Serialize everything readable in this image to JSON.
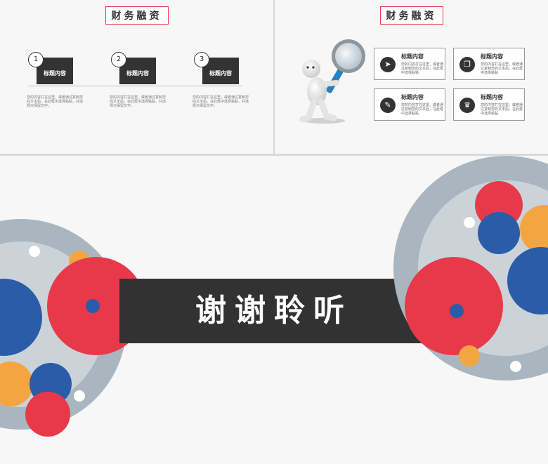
{
  "slide1": {
    "title": "财务融资",
    "steps": [
      {
        "number": "1",
        "label": "标题内容",
        "desc": "您的内容打在这里，或者通过复制您的文本后，在此框中选择粘贴，并选择只保留文字。"
      },
      {
        "number": "2",
        "label": "标题内容",
        "desc": "您的内容打在这里，或者通过复制您的文本后，在此框中选择粘贴，并选择只保留文字。"
      },
      {
        "number": "3",
        "label": "标题内容",
        "desc": "您的内容打在这里，或者通过复制您的文本后，在此框中选择粘贴，并选择只保留文字。"
      }
    ]
  },
  "slide2": {
    "title": "财务融资",
    "cards": [
      {
        "icon": "paper-plane-icon",
        "glyph": "➤",
        "title": "标题内容",
        "desc": "您的内容打在这里，或者通过复制您的文本后，在此框中选择粘贴"
      },
      {
        "icon": "copy-icon",
        "glyph": "❐",
        "title": "标题内容",
        "desc": "您的内容打在这里，或者通过复制您的文本后，在此框中选择粘贴"
      },
      {
        "icon": "paperclip-icon",
        "glyph": "✎",
        "title": "标题内容",
        "desc": "您的内容打在这里，或者通过复制您的文本后，在此框中选择粘贴"
      },
      {
        "icon": "trophy-icon",
        "glyph": "♛",
        "title": "标题内容",
        "desc": "您的内容打在这里，或者通过复制您的文本后，在此框中选择粘贴"
      }
    ]
  },
  "slide3": {
    "thanks": "谢谢聆听"
  },
  "colors": {
    "accent_red": "#e8394a",
    "accent_blue": "#2a5ca8",
    "accent_orange": "#f2a541",
    "dark": "#323232",
    "circle_grey": "#a9b6bf"
  }
}
